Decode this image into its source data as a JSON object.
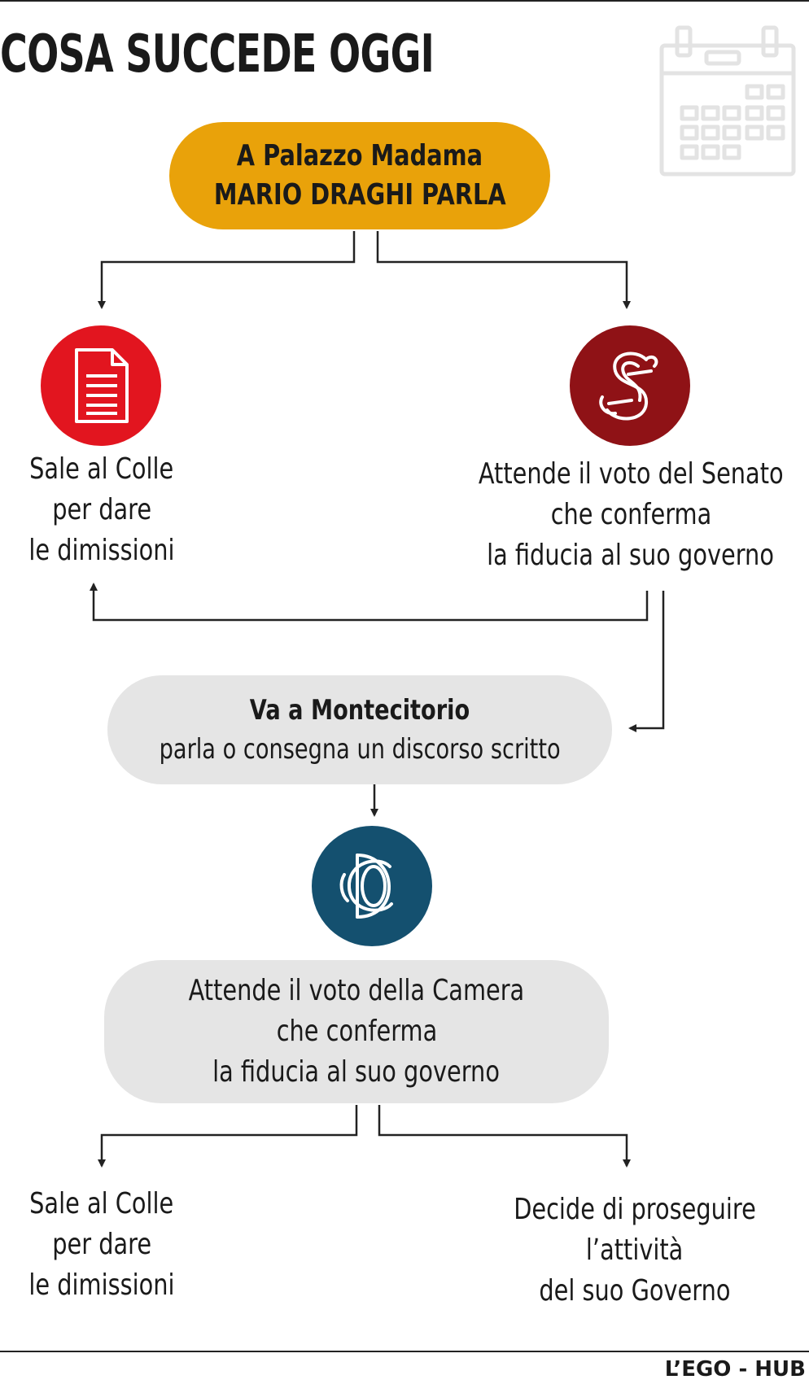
{
  "header": {
    "title": "COSA SUCCEDE OGGI"
  },
  "start": {
    "line1": "A Palazzo Madama",
    "line2": "MARIO DRAGHI PARLA"
  },
  "option_left_1": {
    "line1": "Sale al Colle",
    "line2": "per dare",
    "line3": "le dimissioni"
  },
  "option_right_1": {
    "line1": "Attende il voto del Senato",
    "line2": "che conferma",
    "line3": "la fiducia al suo governo"
  },
  "montecitorio": {
    "line1": "Va a Montecitorio",
    "line2": "parla o consegna un discorso scritto"
  },
  "camera": {
    "line1": "Attende il voto della Camera",
    "line2": "che conferma",
    "line3": "la fiducia al suo governo"
  },
  "option_left_2": {
    "line1": "Sale al Colle",
    "line2": "per dare",
    "line3": "le dimissioni"
  },
  "option_right_2": {
    "line1": "Decide di proseguire",
    "line2": "l’attività",
    "line3": "del suo Governo"
  },
  "footer": {
    "brand": "L’EGO - HUB"
  },
  "icons": {
    "calendar": "calendar-icon",
    "document": "document-icon",
    "senate": "senate-emblem-icon",
    "chamber": "chamber-emblem-icon"
  },
  "colors": {
    "start_pill": "#e9a20a",
    "neutral_pill": "#e5e5e5",
    "document_icon": "#e2151f",
    "senate_icon": "#8f1216",
    "chamber_icon": "#14506f",
    "calendar_outline": "#e3e3e3"
  }
}
